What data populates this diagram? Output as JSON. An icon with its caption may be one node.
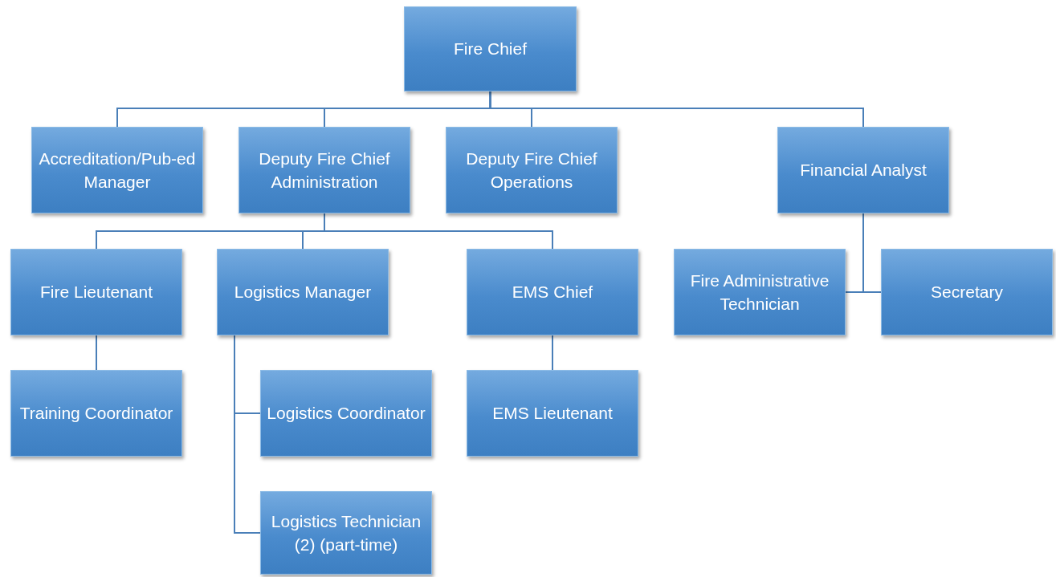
{
  "diagram": {
    "nodes": [
      {
        "text": [
          "Fire Chief"
        ]
      },
      {
        "text": [
          "Accreditation/Pub-ed Manager"
        ]
      },
      {
        "text": [
          "Deputy Fire Chief Administration"
        ]
      },
      {
        "text": [
          "Deputy Fire Chief Operations"
        ]
      },
      {
        "text": [
          "Financial Analyst"
        ]
      },
      {
        "text": [
          "Fire Lieutenant"
        ]
      },
      {
        "text": [
          "Logistics Manager"
        ]
      },
      {
        "text": [
          "EMS Chief"
        ]
      },
      {
        "text": [
          "Fire Administrative Technician"
        ]
      },
      {
        "text": [
          "Secretary"
        ]
      },
      {
        "text": [
          "Training Coordinator"
        ]
      },
      {
        "text": [
          "Logistics Coordinator"
        ]
      },
      {
        "text": [
          "EMS Lieutenant"
        ]
      },
      {
        "text": [
          "Logistics Technician (2) (part-time)"
        ]
      }
    ],
    "edges": [
      {
        "from": 0,
        "to": 1,
        "arrow": "none"
      },
      {
        "from": 0,
        "to": 2,
        "arrow": "none"
      },
      {
        "from": 0,
        "to": 3,
        "arrow": "none"
      },
      {
        "from": 0,
        "to": 4,
        "arrow": "none"
      },
      {
        "from": 2,
        "to": 5,
        "arrow": "none"
      },
      {
        "from": 2,
        "to": 6,
        "arrow": "none"
      },
      {
        "from": 2,
        "to": 7,
        "arrow": "none"
      },
      {
        "from": 4,
        "to": 8,
        "arrow": "none"
      },
      {
        "from": 4,
        "to": 9,
        "arrow": "none"
      },
      {
        "from": 5,
        "to": 10,
        "arrow": "none"
      },
      {
        "from": 6,
        "to": 11,
        "arrow": "none"
      },
      {
        "from": 6,
        "to": 13,
        "arrow": "none"
      },
      {
        "from": 7,
        "to": 12,
        "arrow": "none"
      }
    ]
  }
}
